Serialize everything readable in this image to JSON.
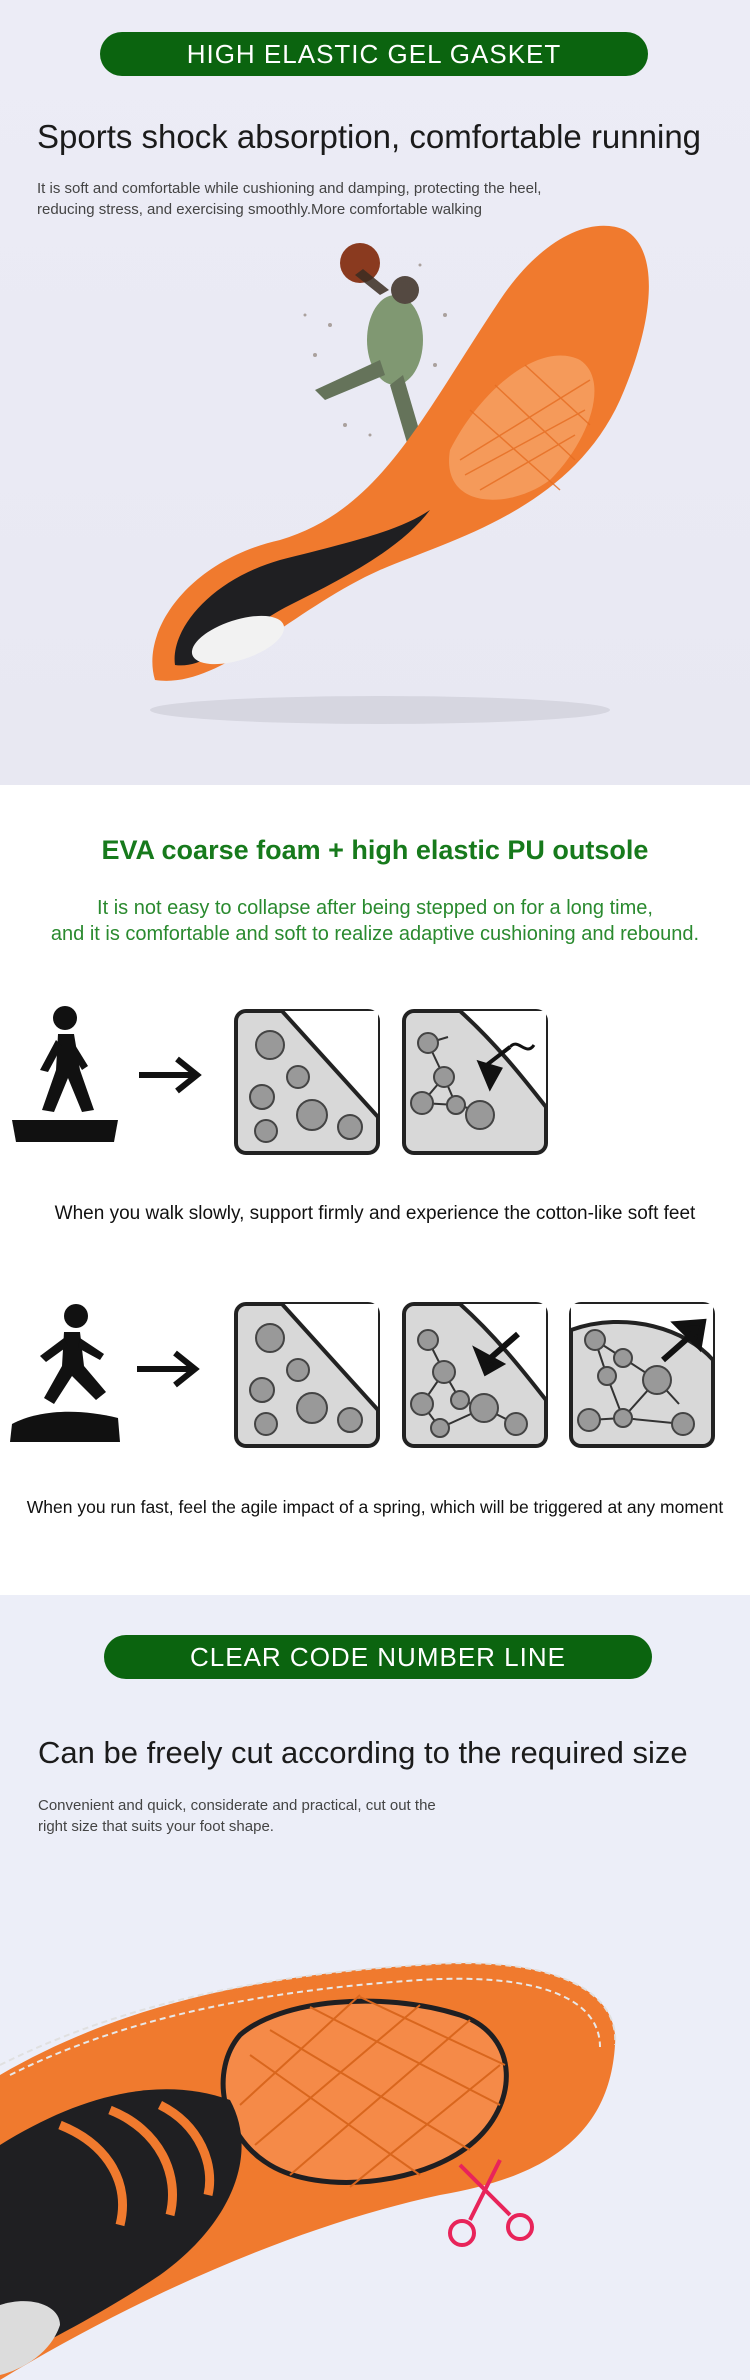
{
  "section1": {
    "banner": "HIGH ELASTIC GEL GASKET",
    "heading": "Sports shock absorption, comfortable running",
    "desc_line1": "It is soft and comfortable while cushioning and damping, protecting the heel,",
    "desc_line2": "reducing stress, and exercising smoothly.More comfortable walking"
  },
  "section2": {
    "heading": "EVA coarse foam + high elastic PU outsole",
    "desc_line1": "It is not easy to collapse after being stepped on for a long time,",
    "desc_line2": "and it is comfortable and soft to realize adaptive cushioning and rebound.",
    "walk_caption": "When you walk slowly, support firmly and experience the cotton-like soft feet",
    "run_caption": "When you run fast, feel the agile impact of a spring, which will be triggered at any moment"
  },
  "section3": {
    "banner": "CLEAR CODE NUMBER LINE",
    "heading": "Can be freely cut according to the required size",
    "desc_line1": "Convenient and quick, considerate and practical, cut out the",
    "desc_line2": "right size that suits your foot shape."
  },
  "colors": {
    "banner_green": "#0b640f",
    "text_green": "#177a1c",
    "insole_orange": "#f07a2e",
    "insole_dark": "#1f1f22"
  }
}
